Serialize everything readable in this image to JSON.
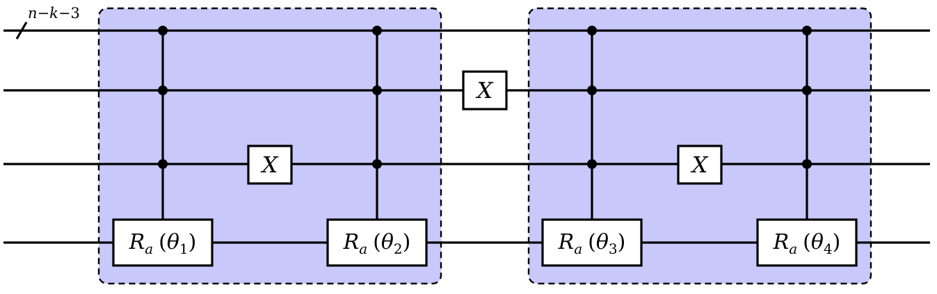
{
  "register_label": {
    "n": "n",
    "minus1": "−",
    "k": "k",
    "minus2": "−",
    "three": "3"
  },
  "gates": {
    "x_block1": "X",
    "x_middle": "X",
    "x_block2": "X",
    "r1": {
      "R": "R",
      "sub": "a",
      "open": "(",
      "theta": "θ",
      "index": "1",
      "close": ")"
    },
    "r2": {
      "R": "R",
      "sub": "a",
      "open": "(",
      "theta": "θ",
      "index": "2",
      "close": ")"
    },
    "r3": {
      "R": "R",
      "sub": "a",
      "open": "(",
      "theta": "θ",
      "index": "3",
      "close": ")"
    },
    "r4": {
      "R": "R",
      "sub": "a",
      "open": "(",
      "theta": "θ",
      "index": "4",
      "close": ")"
    }
  }
}
